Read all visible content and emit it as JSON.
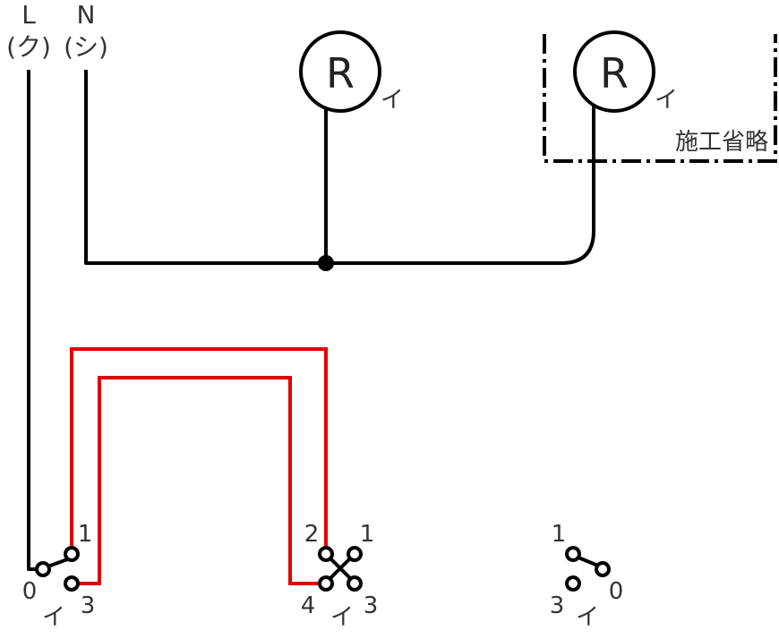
{
  "supply": {
    "line_letter": "L",
    "line_kana": "(ク)",
    "neutral_letter": "N",
    "neutral_kana": "(シ)"
  },
  "lamps": [
    {
      "symbol": "R",
      "mark": "イ"
    },
    {
      "symbol": "R",
      "mark": "イ"
    }
  ],
  "omitted_label": "施工省略",
  "switches": [
    {
      "terminals": [
        "0",
        "1",
        "3"
      ],
      "mark": "イ"
    },
    {
      "terminals": [
        "2",
        "1",
        "4",
        "3"
      ],
      "mark": "イ"
    },
    {
      "terminals": [
        "1",
        "3",
        "0"
      ],
      "mark": "イ"
    }
  ],
  "colors": {
    "wire": "#000000",
    "traveler": "#e00000",
    "text": "#333333"
  }
}
